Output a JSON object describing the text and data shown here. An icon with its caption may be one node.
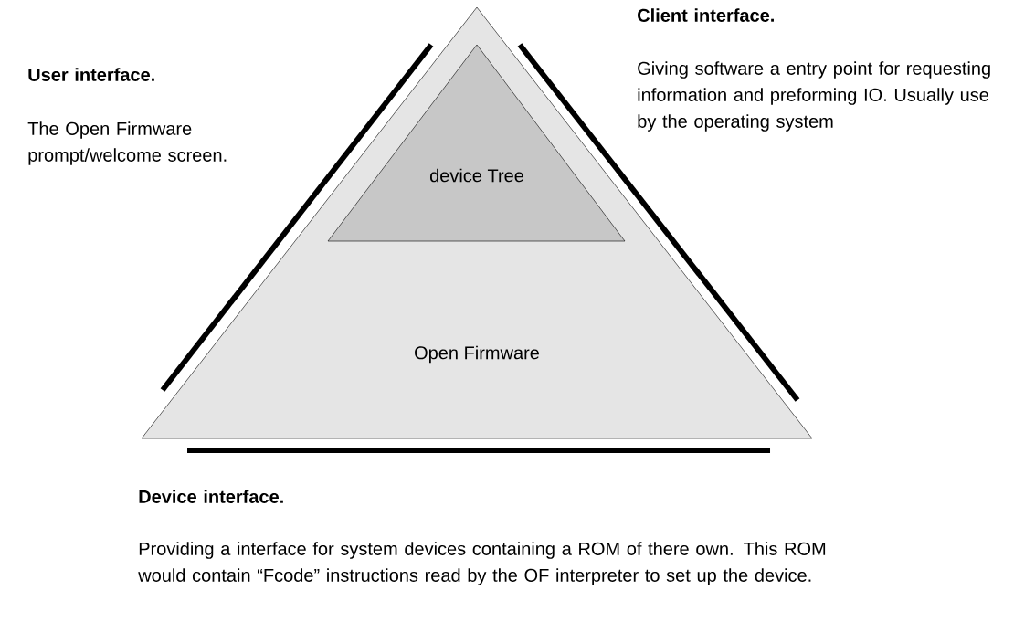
{
  "diagram": {
    "nodes": [
      {
        "text": [
          "Open Firmware"
        ]
      },
      {
        "text": [
          "device Tree"
        ],
        "in": 0
      }
    ],
    "labels": [
      "User interface.",
      "The Open Firmware prompt/welcome screen.",
      "Client interface.",
      "Giving software a entry point for requesting information and preforming IO. Usually use by the operating system",
      "Device interface.",
      "Providing a interface for system devices containing a ROM of there own. This ROM would contain “Fcode” instructions read by the OF interpreter to set up the device."
    ]
  }
}
